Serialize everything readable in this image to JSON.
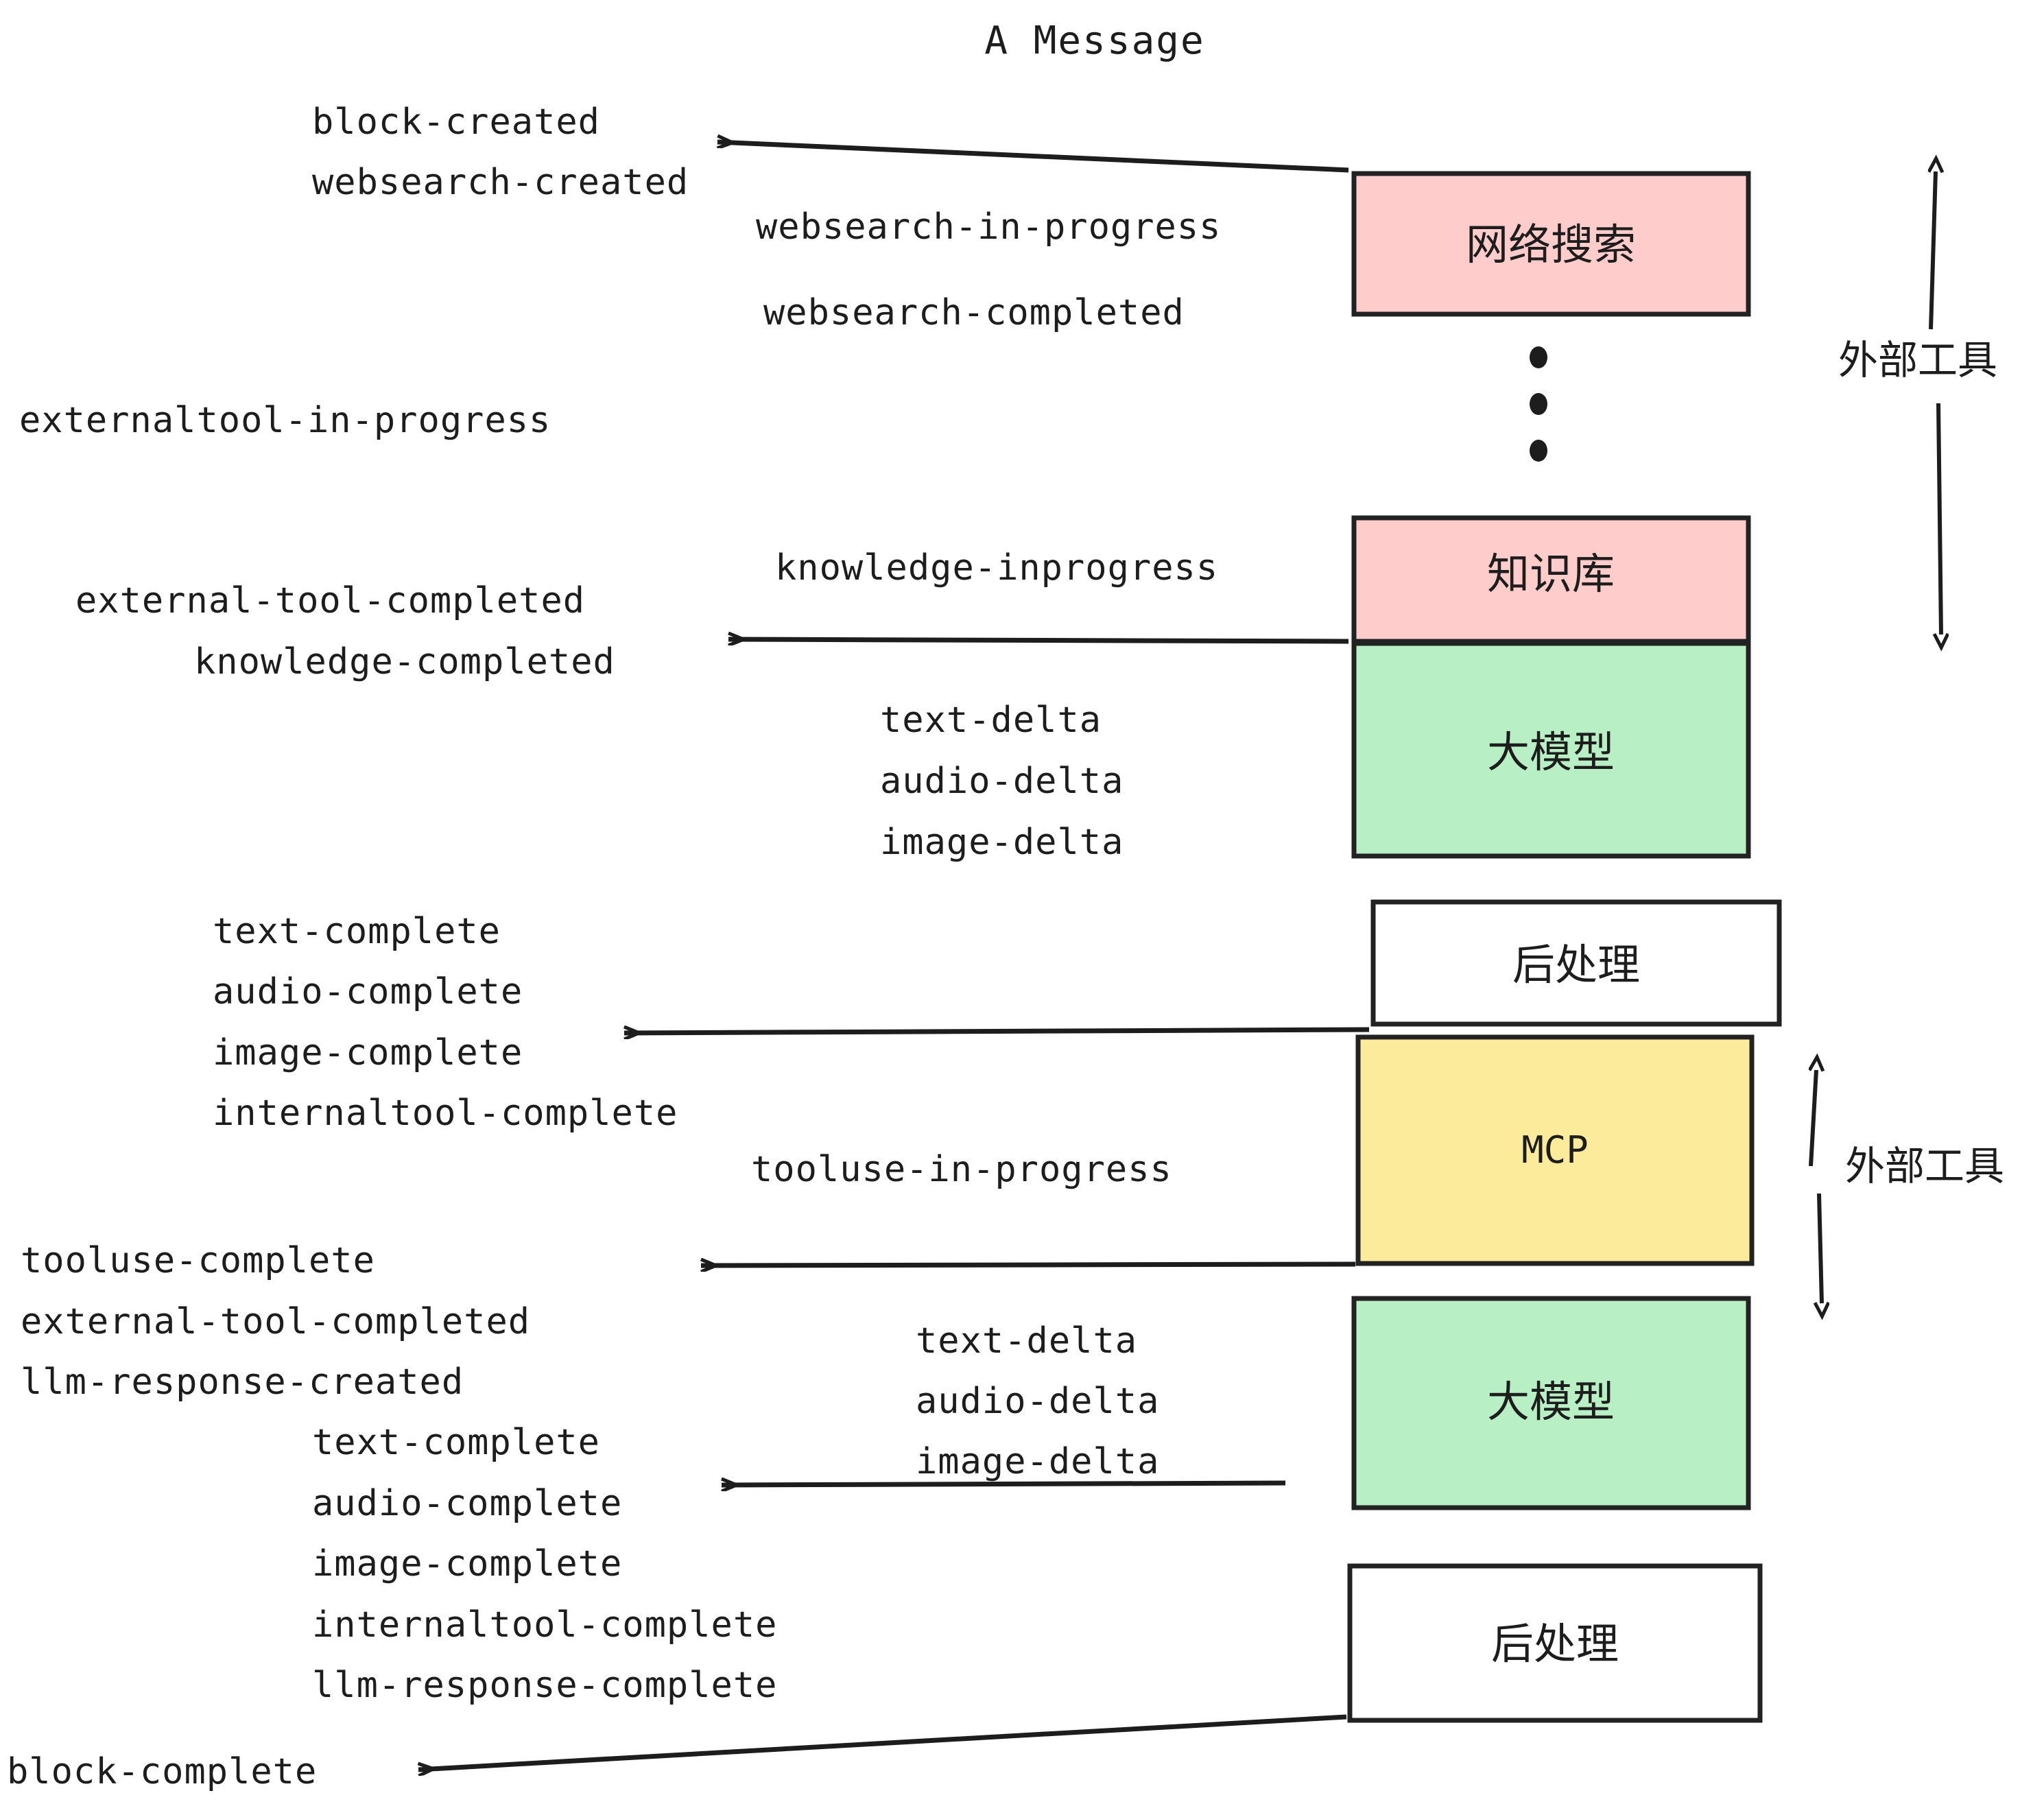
{
  "title": "A Message",
  "colors": {
    "pink": "#FFCCCC",
    "green": "#B9EFC4",
    "yellow": "#FCEB9A",
    "white": "#FFFFFF",
    "stroke": "#222222",
    "text": "#1D1D1D"
  },
  "boxes": [
    {
      "id": "websearch",
      "label": "网络搜索",
      "fill": "#FFCCCC"
    },
    {
      "id": "knowledgebase",
      "label": "知识库",
      "fill": "#FFCCCC"
    },
    {
      "id": "llm-1",
      "label": "大模型",
      "fill": "#B9EFC4"
    },
    {
      "id": "postprocess-1",
      "label": "后处理",
      "fill": "#FFFFFF"
    },
    {
      "id": "mcp",
      "label": "MCP",
      "fill": "#FCEB9A"
    },
    {
      "id": "llm-2",
      "label": "大模型",
      "fill": "#B9EFC4"
    },
    {
      "id": "postprocess-2",
      "label": "后处理",
      "fill": "#FFFFFF"
    }
  ],
  "side_labels": [
    {
      "id": "external-tool-top",
      "text": "外部工具"
    },
    {
      "id": "external-tool-bottom",
      "text": "外部工具"
    }
  ],
  "events": {
    "group_block_created": [
      "block-created",
      "websearch-created"
    ],
    "group_websearch": [
      "websearch-in-progress",
      "websearch-completed"
    ],
    "group_externaltool": [
      "externaltool-in-progress"
    ],
    "group_knowledge_in": [
      "knowledge-inprogress"
    ],
    "group_knowledge_done": [
      "external-tool-completed",
      "knowledge-completed"
    ],
    "group_llm1_delta": [
      "text-delta",
      "audio-delta",
      "image-delta"
    ],
    "group_post1_complete": [
      "text-complete",
      "audio-complete",
      "image-complete",
      "internaltool-complete"
    ],
    "group_tooluse_in": [
      "tooluse-in-progress"
    ],
    "group_tooluse_done": [
      "tooluse-complete",
      "external-tool-completed",
      "llm-response-created"
    ],
    "group_llm2_delta": [
      "text-delta",
      "audio-delta",
      "image-delta"
    ],
    "group_post2_complete": [
      "text-complete",
      "audio-complete",
      "image-complete",
      "internaltool-complete",
      "llm-response-complete"
    ],
    "group_block_complete": [
      "block-complete"
    ]
  },
  "ellipsis": {
    "id": "vertical-ellipsis",
    "dots": 3
  }
}
